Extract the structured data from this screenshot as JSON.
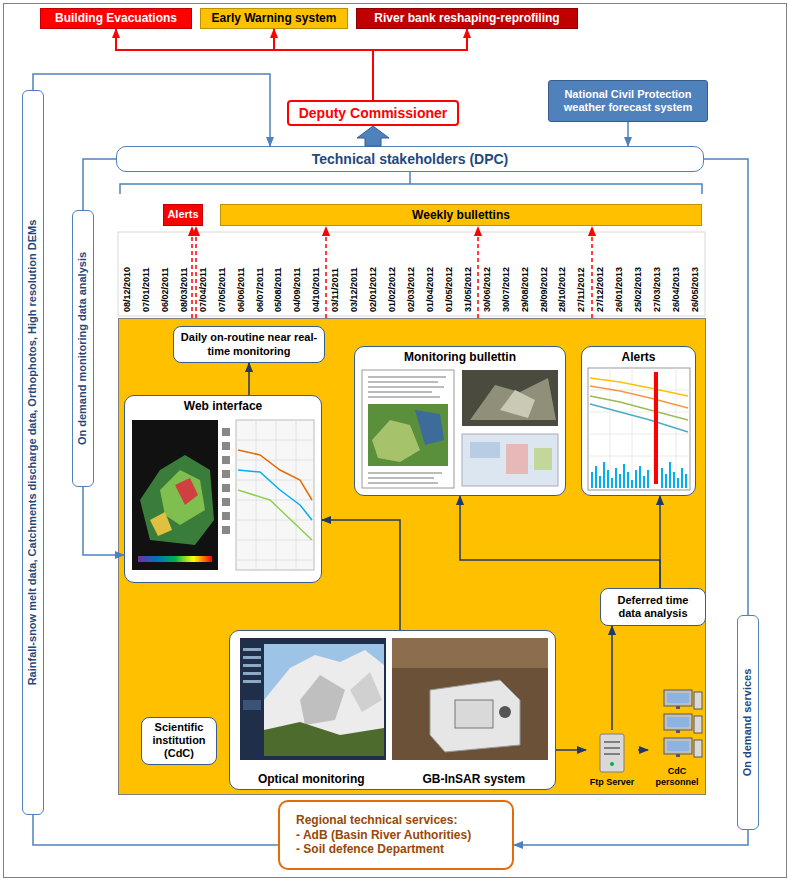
{
  "diagram": {
    "nodes": [
      {
        "text": [
          "Building Evacuations"
        ]
      },
      {
        "text": [
          "Early Warning system"
        ]
      },
      {
        "text": [
          "River bank reshaping-reprofiling"
        ]
      },
      {
        "text": [
          "Deputy Commissioner"
        ]
      },
      {
        "text": [
          "National Civil Protection weather forecast system"
        ]
      },
      {
        "text": [
          "Technical stakeholders (DPC)"
        ]
      },
      {
        "text": [
          "Alerts"
        ]
      },
      {
        "text": [
          "Weekly bullettins"
        ]
      },
      {
        "text": [
          "Rainfall-snow melt data, Catchments discharge data, Orthophotos, High resolution DEMs"
        ]
      },
      {
        "text": [
          "On demand monitoring data analysis"
        ]
      },
      {
        "text": [
          "On demand services"
        ]
      },
      {
        "text": [
          "Scientific institution (CdC)"
        ]
      },
      {
        "text": [
          "Daily on-routine near real-time monitoring"
        ],
        "in": 11
      },
      {
        "text": [
          "Web interface"
        ],
        "in": 11
      },
      {
        "text": [
          "Monitoring bullettin"
        ],
        "in": 11
      },
      {
        "text": [
          "Alerts"
        ],
        "in": 11
      },
      {
        "text": [
          "Deferred time data analysis"
        ],
        "in": 11
      },
      {
        "text": [
          "Optical monitoring",
          "GB-InSAR system"
        ],
        "in": 11
      },
      {
        "text": [
          "Ftp Server"
        ],
        "in": 11
      },
      {
        "text": [
          "CdC personnel"
        ],
        "in": 11
      },
      {
        "text": [
          "Regional technical services:",
          "- AdB (Basin River Authorities)",
          "- Soil defence Department"
        ]
      }
    ],
    "edges": [
      {
        "from": 3,
        "to": 0,
        "arrow": "to"
      },
      {
        "from": 3,
        "to": 1,
        "arrow": "to"
      },
      {
        "from": 3,
        "to": 2,
        "arrow": "to"
      },
      {
        "from": 5,
        "to": 3,
        "arrow": "to"
      },
      {
        "from": 4,
        "to": 5,
        "arrow": "to"
      },
      {
        "from": 20,
        "to": 8,
        "arrow": "none"
      },
      {
        "from": 8,
        "to": 5,
        "arrow": "to"
      },
      {
        "from": 5,
        "to": 9,
        "arrow": "none"
      },
      {
        "from": 9,
        "to": 13,
        "arrow": "to"
      },
      {
        "from": 5,
        "to": 10,
        "arrow": "none"
      },
      {
        "from": 10,
        "to": 20,
        "arrow": "to"
      },
      {
        "from": 13,
        "to": 12,
        "arrow": "to"
      },
      {
        "from": 17,
        "to": 13,
        "arrow": "to"
      },
      {
        "from": 17,
        "to": 18,
        "arrow": "to"
      },
      {
        "from": 18,
        "to": 19,
        "arrow": "to"
      },
      {
        "from": 18,
        "to": 16,
        "arrow": "to"
      },
      {
        "from": 16,
        "to": 15,
        "arrow": "to"
      },
      {
        "from": 16,
        "to": 14,
        "arrow": "to"
      }
    ],
    "labels": [
      "08/12/2010",
      "07/01/2011",
      "06/02/2011",
      "08/03/2011",
      "07/04/2011",
      "07/05/2011",
      "06/06/2011",
      "06/07/2011",
      "05/08/2011",
      "04/09/2011",
      "04/10/2011",
      "03/11/2011",
      "03/12/2011",
      "02/01/2012",
      "01/02/2012",
      "02/03/2012",
      "01/04/2012",
      "01/05/2012",
      "31/05/2012",
      "30/06/2012",
      "30/07/2012",
      "29/08/2012",
      "28/09/2012",
      "28/10/2012",
      "27/11/2012",
      "27/12/2012",
      "26/01/2013",
      "25/02/2013",
      "27/03/2013",
      "26/04/2013",
      "26/05/2013"
    ]
  }
}
